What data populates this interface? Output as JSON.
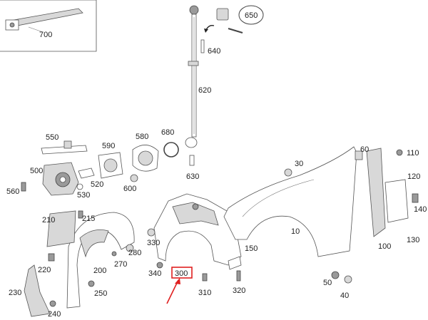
{
  "parts": [
    {
      "id": "p700",
      "label": "700"
    },
    {
      "id": "p650",
      "label": "650"
    },
    {
      "id": "p640",
      "label": "640"
    },
    {
      "id": "p620",
      "label": "620"
    },
    {
      "id": "p630",
      "label": "630"
    },
    {
      "id": "p550",
      "label": "550"
    },
    {
      "id": "p590",
      "label": "590"
    },
    {
      "id": "p580",
      "label": "580"
    },
    {
      "id": "p680",
      "label": "680"
    },
    {
      "id": "p500",
      "label": "500"
    },
    {
      "id": "p520",
      "label": "520"
    },
    {
      "id": "p530",
      "label": "530"
    },
    {
      "id": "p560",
      "label": "560"
    },
    {
      "id": "p600",
      "label": "600"
    },
    {
      "id": "p210",
      "label": "210"
    },
    {
      "id": "p215",
      "label": "215"
    },
    {
      "id": "p280",
      "label": "280"
    },
    {
      "id": "p220",
      "label": "220"
    },
    {
      "id": "p200",
      "label": "200"
    },
    {
      "id": "p270",
      "label": "270"
    },
    {
      "id": "p230",
      "label": "230"
    },
    {
      "id": "p250",
      "label": "250"
    },
    {
      "id": "p240",
      "label": "240"
    },
    {
      "id": "p330",
      "label": "330"
    },
    {
      "id": "p340",
      "label": "340"
    },
    {
      "id": "p300",
      "label": "300"
    },
    {
      "id": "p310",
      "label": "310"
    },
    {
      "id": "p320",
      "label": "320"
    },
    {
      "id": "p150",
      "label": "150"
    },
    {
      "id": "p30",
      "label": "30"
    },
    {
      "id": "p10",
      "label": "10"
    },
    {
      "id": "p60",
      "label": "60"
    },
    {
      "id": "p110",
      "label": "110"
    },
    {
      "id": "p120",
      "label": "120"
    },
    {
      "id": "p140",
      "label": "140"
    },
    {
      "id": "p130",
      "label": "130"
    },
    {
      "id": "p100",
      "label": "100"
    },
    {
      "id": "p50",
      "label": "50"
    },
    {
      "id": "p40",
      "label": "40"
    }
  ],
  "highlight": {
    "label": "300",
    "color": "#e02020"
  },
  "colors": {
    "ink": "#222222",
    "accent": "#e02020"
  }
}
